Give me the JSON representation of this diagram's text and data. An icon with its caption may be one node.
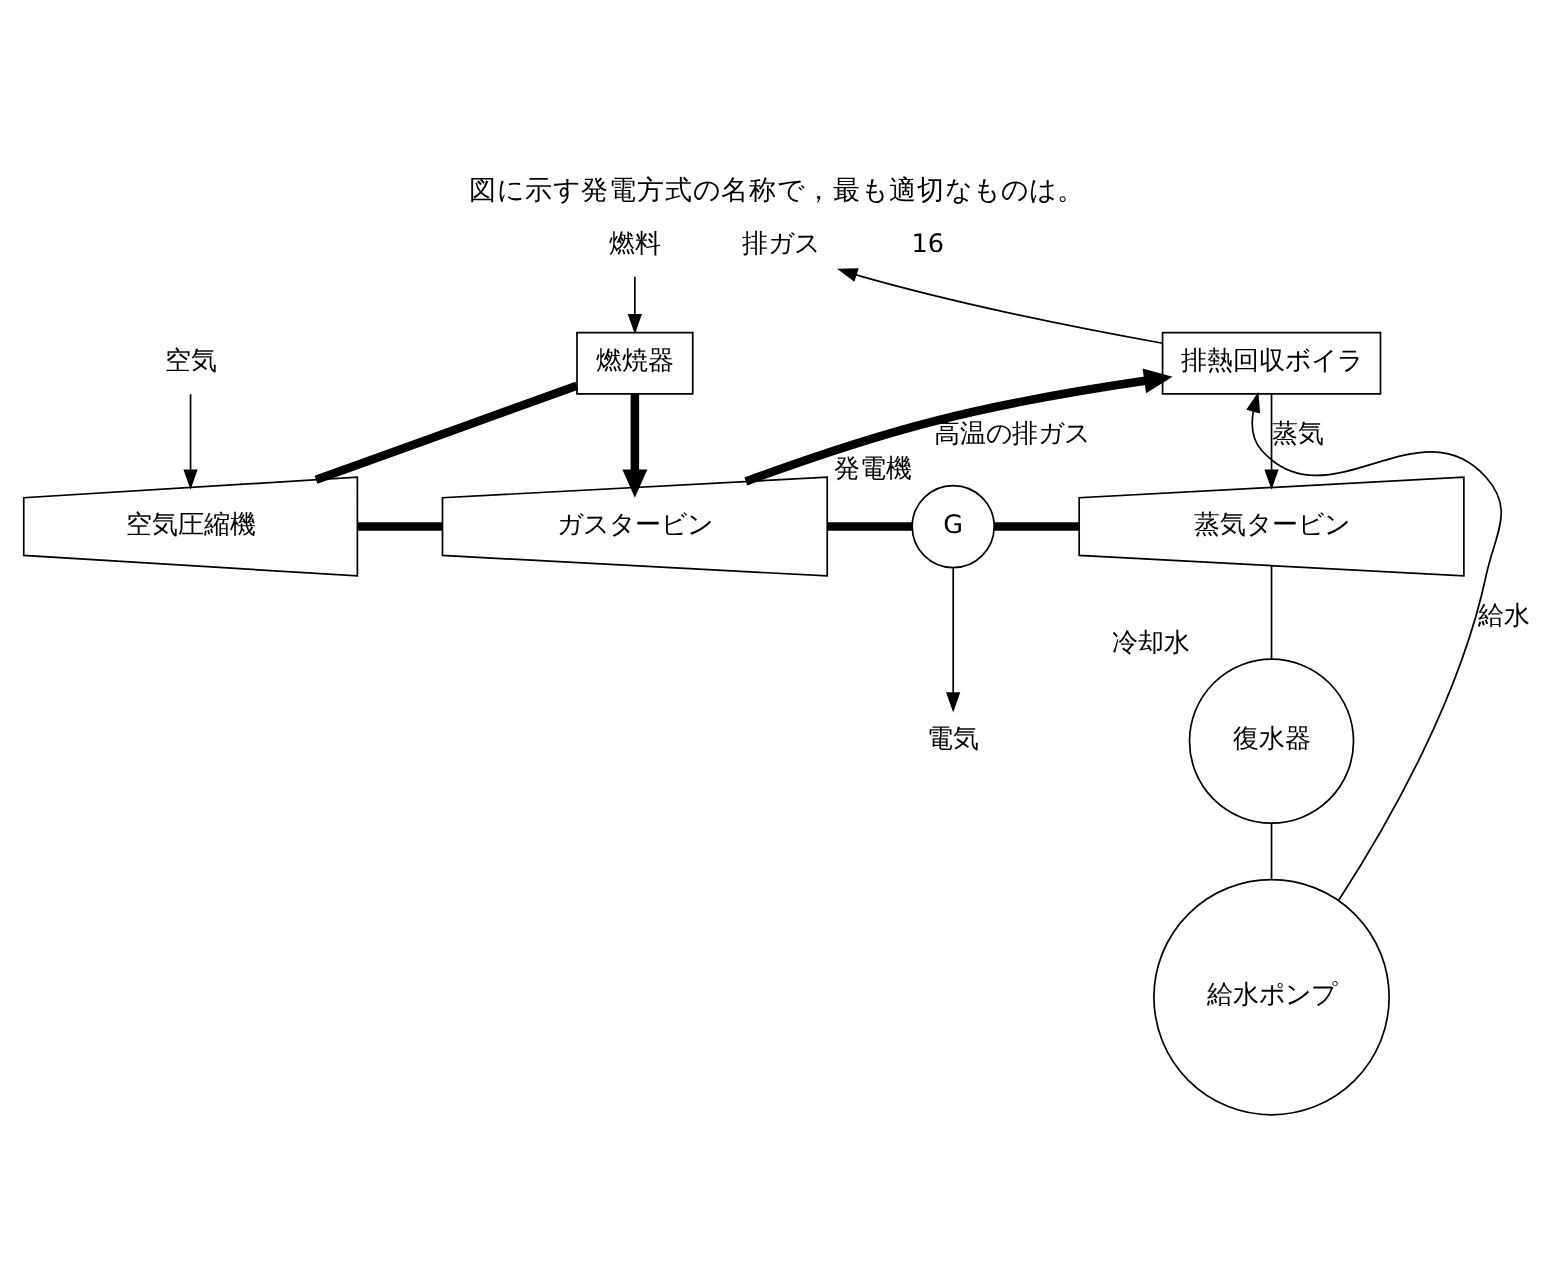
{
  "diagram": {
    "title": "図に示す発電方式の名称で，最も適切なものは。",
    "nodes": [
      {
        "text": [
          "空気"
        ]
      },
      {
        "text": [
          "燃料"
        ]
      },
      {
        "text": [
          "燃焼器"
        ]
      },
      {
        "text": [
          "空気圧縮機"
        ]
      },
      {
        "text": [
          "ガスタービン"
        ]
      },
      {
        "text": [
          "G"
        ],
        "beside": [
          "発電機"
        ]
      },
      {
        "text": [
          "電気"
        ]
      },
      {
        "text": [
          "排熱回収ボイラ"
        ]
      },
      {
        "text": [
          "排ガス"
        ]
      },
      {
        "text": [
          "蒸気タービン"
        ]
      },
      {
        "text": [
          "復水器"
        ],
        "beside": [
          "冷却水"
        ]
      },
      {
        "text": [
          "給水ポンプ"
        ]
      }
    ],
    "edges": [
      {
        "from": 0,
        "to": 3,
        "arrow": "to"
      },
      {
        "from": 1,
        "to": 2,
        "arrow": "to"
      },
      {
        "from": 3,
        "to": 2,
        "arrow": "none",
        "style": "thick"
      },
      {
        "from": 2,
        "to": 4,
        "arrow": "to",
        "style": "thick"
      },
      {
        "from": 4,
        "to": 7,
        "arrow": "to",
        "label": "高温の排ガス",
        "style": "thick"
      },
      {
        "from": 3,
        "to": 4,
        "arrow": "none",
        "style": "thick"
      },
      {
        "from": 4,
        "to": 5,
        "arrow": "none",
        "style": "thick"
      },
      {
        "from": 5,
        "to": 9,
        "arrow": "none",
        "style": "thick"
      },
      {
        "from": 5,
        "to": 6,
        "arrow": "to"
      },
      {
        "from": 7,
        "to": 8,
        "arrow": "to"
      },
      {
        "from": 7,
        "to": 9,
        "arrow": "to",
        "label": "蒸気"
      },
      {
        "from": 9,
        "to": 10,
        "arrow": "none"
      },
      {
        "from": 10,
        "to": 11,
        "arrow": "none"
      },
      {
        "from": 11,
        "to": 7,
        "arrow": "to",
        "label": "給水"
      }
    ],
    "labels": [
      "16"
    ]
  }
}
